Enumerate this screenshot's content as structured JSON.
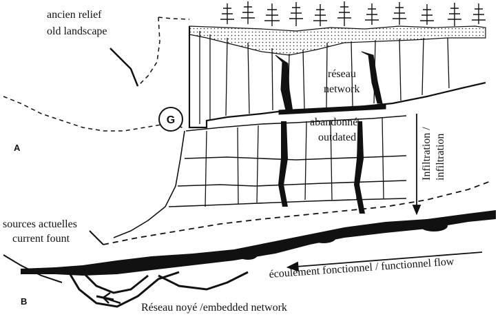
{
  "labels": {
    "ancient_relief_fr": "ancien relief",
    "ancient_relief_en": "old landscape",
    "network_fr": "réseau",
    "network_en": "network",
    "abandoned_fr": "abandonné",
    "abandoned_en": "outdated",
    "infiltration": "Infiltration /",
    "infiltration2": "infiltration",
    "sources_fr": "sources actuelles",
    "sources_en": "current fount",
    "flow": "écoulement fonctionnel / functionnel flow",
    "embedded": "Réseau noyé /embedded network",
    "marker_g": "G",
    "letter_a": "A",
    "letter_b": "B"
  },
  "colors": {
    "ink": "#111111",
    "paper": "#ffffff"
  }
}
